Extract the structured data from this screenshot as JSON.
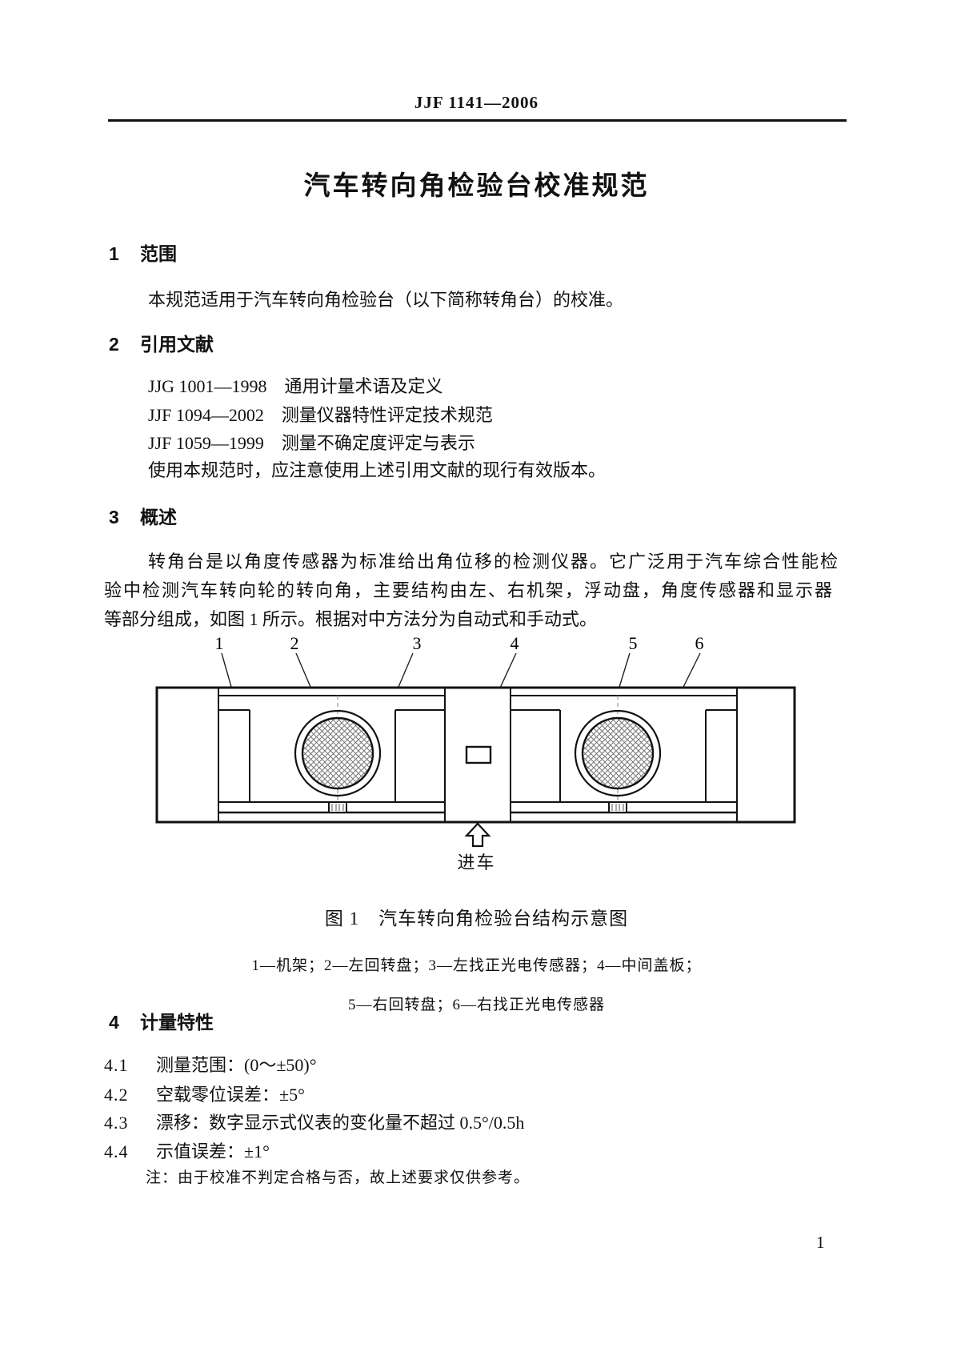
{
  "page": {
    "header": "JJF 1141—2006",
    "title": "汽车转向角检验台校准规范",
    "page_number": "1"
  },
  "sections": {
    "s1": {
      "num": "1",
      "title": "范围",
      "body": "本规范适用于汽车转向角检验台（以下简称转角台）的校准。"
    },
    "s2": {
      "num": "2",
      "title": "引用文献",
      "refs": [
        "JJG 1001—1998　通用计量术语及定义",
        "JJF 1094—2002　测量仪器特性评定技术规范",
        "JJF 1059—1999　测量不确定度评定与表示"
      ],
      "note": "使用本规范时，应注意使用上述引用文献的现行有效版本。"
    },
    "s3": {
      "num": "3",
      "title": "概述",
      "lines": [
        "转角台是以角度传感器为标准给出角位移的检测仪器。它广泛用于汽车综合性能检",
        "验中检测汽车转向轮的转向角，主要结构由左、右机架，浮动盘，角度传感器和显示器",
        "等部分组成，如图 1 所示。根据对中方法分为自动式和手动式。"
      ]
    },
    "s4": {
      "num": "4",
      "title": "计量特性",
      "items": [
        {
          "num": "4.1",
          "text": "测量范围：(0～±50)°"
        },
        {
          "num": "4.2",
          "text": "空载零位误差：±5°"
        },
        {
          "num": "4.3",
          "text": "漂移：数字显示式仪表的变化量不超过 0.5°/0.5h"
        },
        {
          "num": "4.4",
          "text": "示值误差：±1°"
        }
      ],
      "note": "注：由于校准不判定合格与否，故上述要求仅供参考。"
    }
  },
  "figure": {
    "labels": [
      "1",
      "2",
      "3",
      "4",
      "5",
      "6"
    ],
    "entry_label": "进车",
    "caption": "图 1　汽车转向角检验台结构示意图",
    "legend_line1": "1—机架；2—左回转盘；3—左找正光电传感器；4—中间盖板；",
    "legend_line2": "5—右回转盘；6—右找正光电传感器"
  }
}
